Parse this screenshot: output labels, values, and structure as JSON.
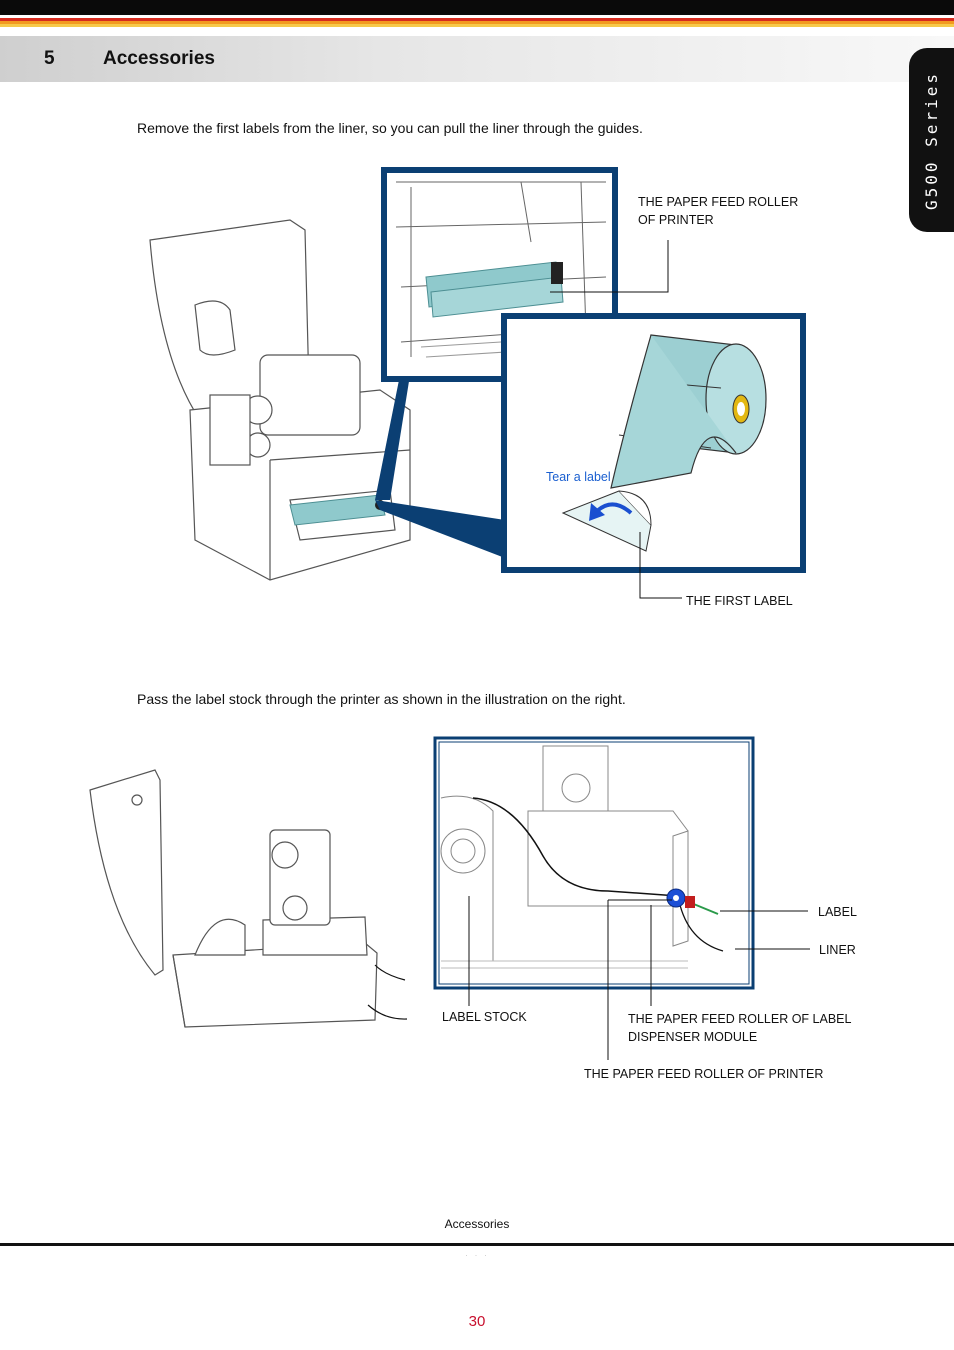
{
  "header": {
    "section_number": "5",
    "section_title": "Accessories",
    "side_tab": "G500 Series"
  },
  "step1": {
    "instruction": "Remove the first labels from the liner, so you can pull the liner through the guides.",
    "callouts": {
      "feed_roller": [
        "THE PAPER FEED ROLLER",
        "OF PRINTER"
      ],
      "tear_label": "Tear a label",
      "first_label": "THE FIRST LABEL"
    }
  },
  "step2": {
    "instruction": "Pass the label stock through the printer as shown in the illustration on the right.",
    "callouts": {
      "label": "LABEL",
      "liner": "LINER",
      "label_stock": "LABEL STOCK",
      "dispenser_roller": [
        "THE PAPER FEED ROLLER OF LABEL",
        "DISPENSER MODULE"
      ],
      "printer_roller": "THE PAPER FEED ROLLER OF PRINTER"
    }
  },
  "footer": {
    "label": "Accessories",
    "dots": "· · ·",
    "page_number": "30"
  },
  "colors": {
    "frame_blue": "#0b3f73",
    "teal_media": "#8fc9cc",
    "accent_red": "#c8102e",
    "tear_blue": "#1a5fd0"
  }
}
